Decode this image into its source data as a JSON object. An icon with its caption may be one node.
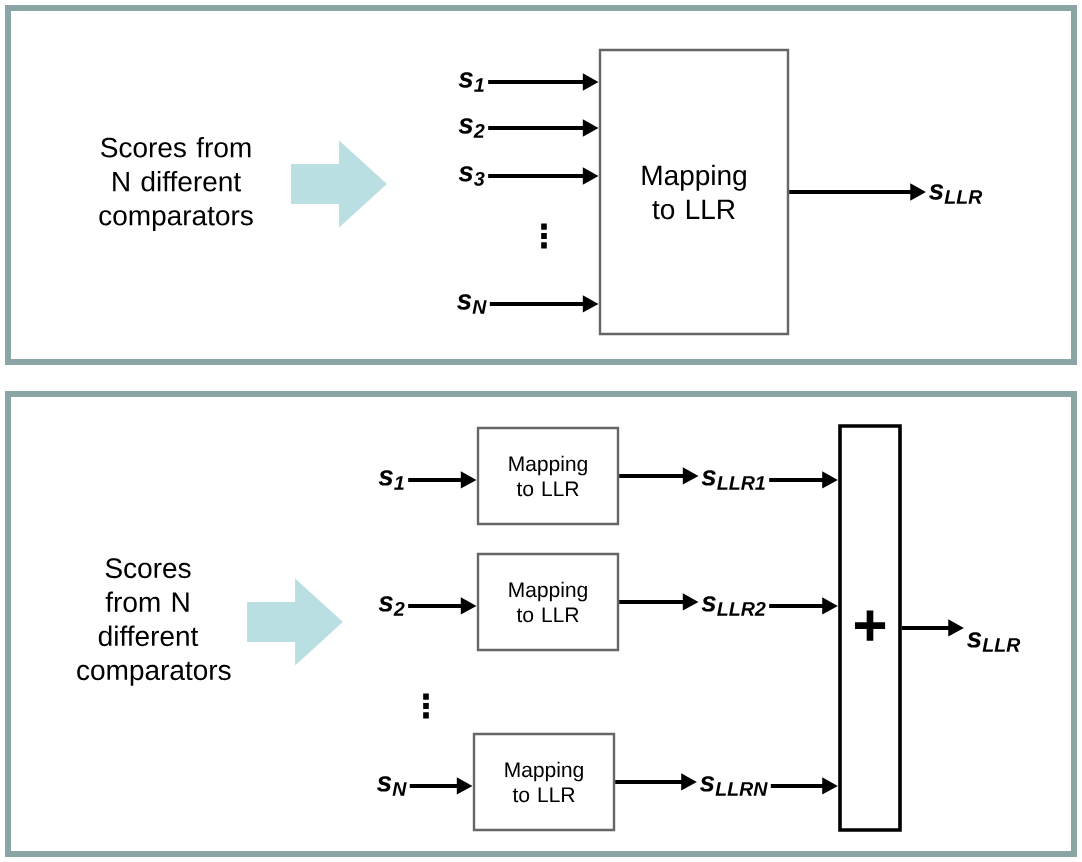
{
  "diagram": {
    "nodes": [
      {
        "text": [
          "Scores from N different comparators"
        ]
      },
      {
        "text": [
          "s$_{1}$"
        ]
      },
      {
        "text": [
          "s$_{2}$"
        ]
      },
      {
        "text": [
          "s$_{3}$"
        ]
      },
      {
        "text": [
          "s$_{N}$"
        ]
      },
      {
        "text": [
          "Mapping to LLR"
        ]
      },
      {
        "text": [
          "s$_{LLR}$"
        ]
      },
      {
        "text": [
          "Scores from N different comparators"
        ]
      },
      {
        "text": [
          "s$_{1}$"
        ]
      },
      {
        "text": [
          "Mapping to LLR"
        ]
      },
      {
        "text": [
          "s$_{LLR1}$"
        ]
      },
      {
        "text": [
          "s$_{2}$"
        ]
      },
      {
        "text": [
          "Mapping to LLR"
        ]
      },
      {
        "text": [
          "s$_{LLR2}$"
        ]
      },
      {
        "text": [
          "s$_{N}$"
        ]
      },
      {
        "text": [
          "Mapping to LLR"
        ]
      },
      {
        "text": [
          "s$_{LLRN}$"
        ]
      },
      {
        "text": [
          "+"
        ]
      },
      {
        "text": [
          "s$_{LLR}$"
        ]
      }
    ],
    "edges": [
      {
        "from": 0,
        "to": null,
        "arrow": "to",
        "style": "thick",
        "color": "#b9dfe2"
      },
      {
        "from": 1,
        "to": 5,
        "arrow": "to"
      },
      {
        "from": 2,
        "to": 5,
        "arrow": "to"
      },
      {
        "from": 3,
        "to": 5,
        "arrow": "to"
      },
      {
        "from": 4,
        "to": 5,
        "arrow": "to"
      },
      {
        "from": 5,
        "to": 6,
        "arrow": "to"
      },
      {
        "from": 7,
        "to": null,
        "arrow": "to",
        "style": "thick",
        "color": "#b9dfe2"
      },
      {
        "from": 8,
        "to": 9,
        "arrow": "to"
      },
      {
        "from": 9,
        "to": 10,
        "arrow": "to"
      },
      {
        "from": 10,
        "to": 17,
        "arrow": "to"
      },
      {
        "from": 11,
        "to": 12,
        "arrow": "to"
      },
      {
        "from": 12,
        "to": 13,
        "arrow": "to"
      },
      {
        "from": 13,
        "to": 17,
        "arrow": "to"
      },
      {
        "from": 14,
        "to": 15,
        "arrow": "to"
      },
      {
        "from": 15,
        "to": 16,
        "arrow": "to"
      },
      {
        "from": 16,
        "to": 17,
        "arrow": "to"
      },
      {
        "from": 17,
        "to": 18,
        "arrow": "to"
      }
    ],
    "labels": [
      "⋮",
      "⋮"
    ]
  }
}
